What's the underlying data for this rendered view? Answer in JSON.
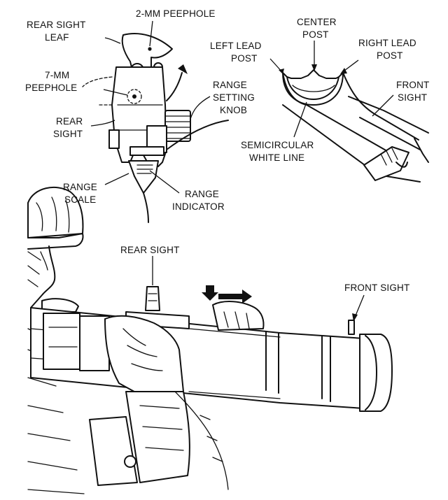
{
  "labels": {
    "peephole_2mm": "2-MM PEEPHOLE",
    "rear_sight_leaf_1": "REAR SIGHT",
    "rear_sight_leaf_2": "LEAF",
    "peephole_7mm_1": "7-MM",
    "peephole_7mm_2": "PEEPHOLE",
    "range_setting_knob_1": "RANGE",
    "range_setting_knob_2": "SETTING",
    "range_setting_knob_3": "KNOB",
    "rear_sight_1": "REAR",
    "rear_sight_2": "SIGHT",
    "range_scale_1": "RANGE",
    "range_scale_2": "SCALE",
    "range_indicator_1": "RANGE",
    "range_indicator_2": "INDICATOR",
    "center_post_1": "CENTER",
    "center_post_2": "POST",
    "left_lead_post_1": "LEFT LEAD",
    "left_lead_post_2": "POST",
    "right_lead_post_1": "RIGHT LEAD",
    "right_lead_post_2": "POST",
    "front_sight_detail_1": "FRONT",
    "front_sight_detail_2": "SIGHT",
    "semicircular_line_1": "SEMICIRCULAR",
    "semicircular_line_2": "WHITE LINE",
    "rear_sight_main": "REAR SIGHT",
    "front_sight_main": "FRONT SIGHT"
  },
  "colors": {
    "ink": "#111111",
    "paper": "#ffffff"
  }
}
